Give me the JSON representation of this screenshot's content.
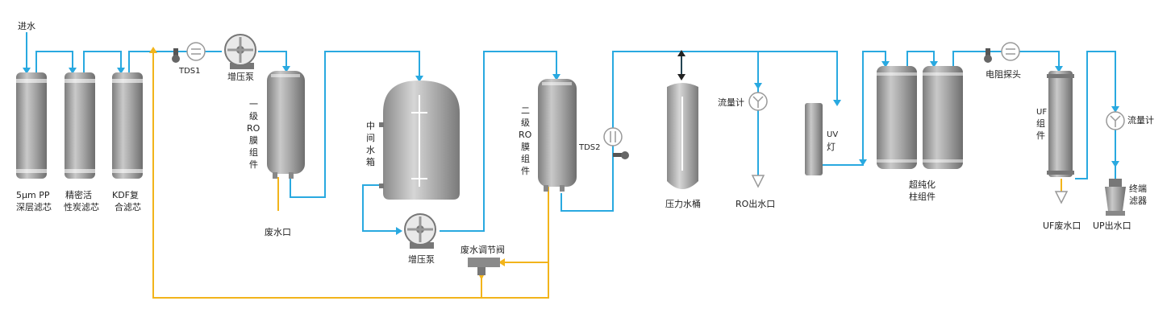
{
  "colors": {
    "water_line": "#29a9e0",
    "waste_line": "#f2b41b",
    "component_gray": "#9b9b9b"
  },
  "labels": {
    "inlet": "进水",
    "pp_filter_1": "5μm PP",
    "pp_filter_2": "深层滤芯",
    "carbon_1": "精密活",
    "carbon_2": "性炭滤芯",
    "kdf_1": "KDF复",
    "kdf_2": "合滤芯",
    "tds1": "TDS1",
    "pump1": "增压泵",
    "ro1_chars": [
      "一",
      "级",
      "RO",
      "膜",
      "组",
      "件"
    ],
    "waste_outlet_1": "废水口",
    "mid_tank_chars": [
      "中",
      "间",
      "水",
      "箱"
    ],
    "pump2": "增压泵",
    "ro2_chars": [
      "二",
      "级",
      "RO",
      "膜",
      "组",
      "件"
    ],
    "tds2": "TDS2",
    "waste_valve": "废水调节阀",
    "pressure_tank": "压力水桶",
    "flowmeter_1": "流量计",
    "ro_outlet": "RO出水口",
    "uv_1": "UV",
    "uv_2": "灯",
    "ultrapure_1": "超纯化",
    "ultrapure_2": "柱组件",
    "resistivity_probe": "电阻探头",
    "uf_chars": [
      "UF",
      "组",
      "件"
    ],
    "uf_waste_outlet": "UF废水口",
    "flowmeter_2": "流量计",
    "final_filter_1": "终端",
    "final_filter_2": "滤器",
    "up_outlet": "UP出水口"
  }
}
